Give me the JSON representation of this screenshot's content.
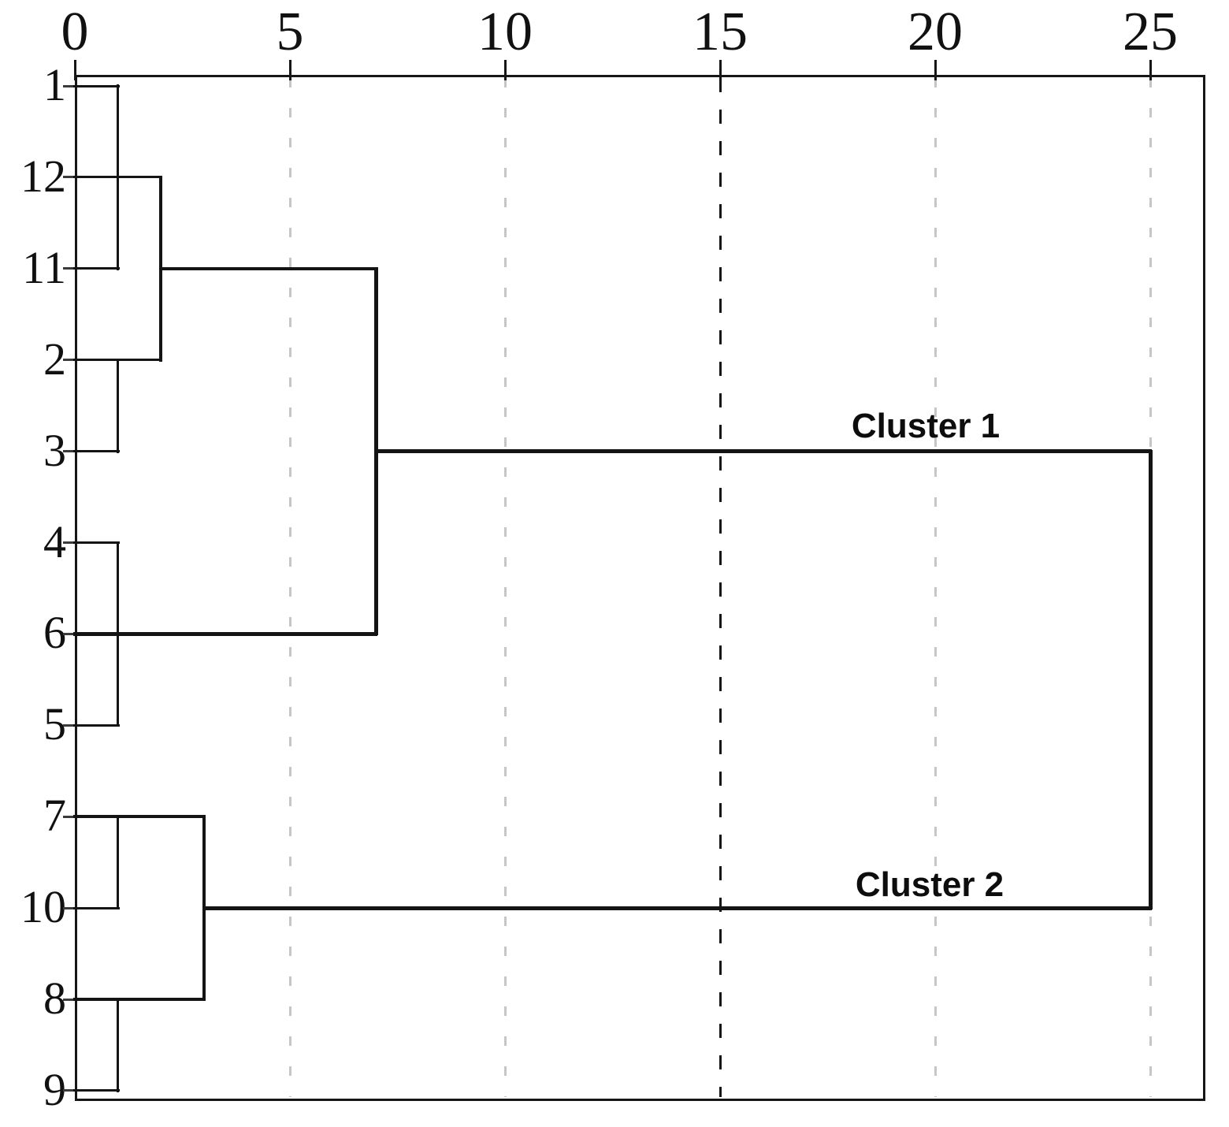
{
  "chart_data": {
    "type": "dendrogram",
    "orientation": "right",
    "title": "",
    "x_axis": {
      "position": "top",
      "ticks": [
        0,
        5,
        10,
        15,
        20,
        25
      ],
      "range": [
        0,
        26.3
      ],
      "label": ""
    },
    "gridlines": {
      "values": [
        5,
        10,
        20,
        25
      ],
      "style": "dashed",
      "color": "#c6c6c6"
    },
    "threshold_line": {
      "value": 15,
      "style": "dashed",
      "color": "#161616"
    },
    "leaves": [
      "1",
      "12",
      "11",
      "2",
      "3",
      "4",
      "6",
      "5",
      "7",
      "10",
      "8",
      "9"
    ],
    "clusters": [
      {
        "label": "Cluster 1",
        "members": [
          "1",
          "12",
          "11",
          "2",
          "3",
          "4",
          "6",
          "5"
        ],
        "link_distance": 25
      },
      {
        "label": "Cluster 2",
        "members": [
          "7",
          "10",
          "8",
          "9"
        ],
        "link_distance": 25
      }
    ],
    "merge_distances": [
      1,
      2,
      3,
      7,
      25
    ],
    "segments": {
      "horizontal": [
        {
          "name": "leaf-1-line",
          "slot": 0,
          "from": 0,
          "to": 1,
          "weight": "thin"
        },
        {
          "name": "leaf-12-line",
          "slot": 1,
          "from": 0,
          "to": 2,
          "weight": "thin"
        },
        {
          "name": "leaf-11-line",
          "slot": 2,
          "from": 0,
          "to": 1,
          "weight": "thin"
        },
        {
          "name": "link-top-subtree",
          "slot": 2,
          "from": 2,
          "to": 7,
          "weight": "medium"
        },
        {
          "name": "leaf-2-line",
          "slot": 3,
          "from": 0,
          "to": 2,
          "weight": "thin"
        },
        {
          "name": "leaf-3-line",
          "slot": 4,
          "from": 0,
          "to": 1,
          "weight": "thin"
        },
        {
          "name": "cluster-1-link",
          "slot": 4,
          "from": 7,
          "to": 25,
          "weight": "thick"
        },
        {
          "name": "leaf-4-line",
          "slot": 5,
          "from": 0,
          "to": 1,
          "weight": "thin"
        },
        {
          "name": "leaf-6-line",
          "slot": 6,
          "from": 0,
          "to": 7,
          "weight": "thick"
        },
        {
          "name": "leaf-5-line",
          "slot": 7,
          "from": 0,
          "to": 1,
          "weight": "thin"
        },
        {
          "name": "leaf-7-line",
          "slot": 8,
          "from": 0,
          "to": 3,
          "weight": "medium"
        },
        {
          "name": "leaf-10-line",
          "slot": 9,
          "from": 0,
          "to": 1,
          "weight": "thin"
        },
        {
          "name": "cluster-2-link",
          "slot": 9,
          "from": 3,
          "to": 25,
          "weight": "thick"
        },
        {
          "name": "leaf-8-line",
          "slot": 10,
          "from": 0,
          "to": 3,
          "weight": "medium"
        },
        {
          "name": "leaf-9-line",
          "slot": 11,
          "from": 0,
          "to": 1,
          "weight": "thin"
        }
      ],
      "vertical": [
        {
          "name": "merge-1-12-11",
          "at": 1,
          "from": 0,
          "to": 2,
          "weight": "thin"
        },
        {
          "name": "merge-12-2",
          "at": 2,
          "from": 1,
          "to": 3,
          "weight": "medium"
        },
        {
          "name": "merge-2-3",
          "at": 1,
          "from": 3,
          "to": 4,
          "weight": "thin"
        },
        {
          "name": "merge-4-6-5",
          "at": 1,
          "from": 5,
          "to": 7,
          "weight": "thin"
        },
        {
          "name": "merge-cluster1",
          "at": 7,
          "from": 2,
          "to": 6,
          "weight": "thick"
        },
        {
          "name": "merge-7-10",
          "at": 1,
          "from": 8,
          "to": 9,
          "weight": "thin"
        },
        {
          "name": "merge-cluster2",
          "at": 3,
          "from": 8,
          "to": 10,
          "weight": "medium"
        },
        {
          "name": "merge-8-9",
          "at": 1,
          "from": 10,
          "to": 11,
          "weight": "thin"
        },
        {
          "name": "root-link",
          "at": 25,
          "from": 4,
          "to": 9,
          "weight": "thick"
        }
      ]
    }
  }
}
